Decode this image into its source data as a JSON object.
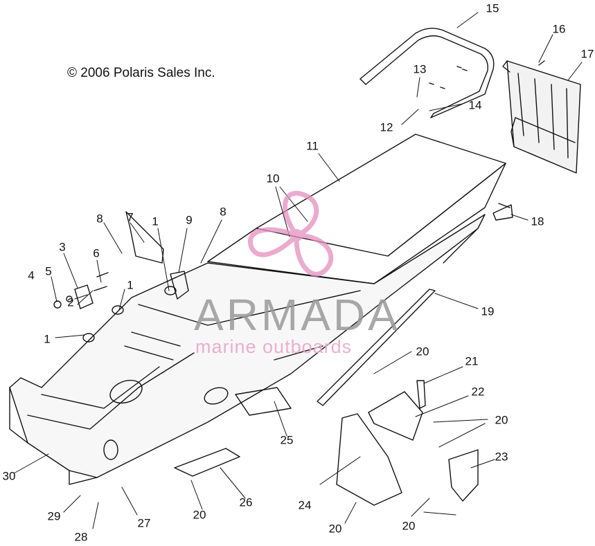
{
  "copyright": "© 2006 Polaris Sales Inc.",
  "watermark": {
    "brand": "ARMADA",
    "tagline": "marine outboards",
    "logo_icon": "propeller-logo-icon",
    "brand_color": "#9a9a9a",
    "tagline_color": "#e9a8c9",
    "logo_color": "#e58fbe"
  },
  "callouts": [
    "15",
    "16",
    "17",
    "13",
    "14",
    "12",
    "11",
    "10",
    "8",
    "7",
    "9",
    "8",
    "1",
    "3",
    "6",
    "5",
    "4",
    "1",
    "2",
    "1",
    "18",
    "19",
    "20",
    "21",
    "22",
    "20",
    "23",
    "25",
    "24",
    "26",
    "20",
    "20",
    "20",
    "30",
    "29",
    "27",
    "28"
  ]
}
